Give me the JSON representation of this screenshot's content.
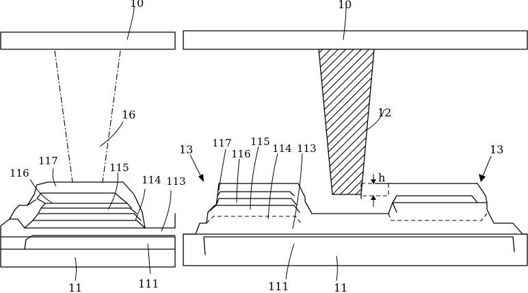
{
  "labels": {
    "left_10": "10",
    "left_16": "16",
    "left_117": "117",
    "left_116": "116",
    "left_115": "115",
    "left_114": "114",
    "left_113": "113",
    "left_11": "11",
    "left_111": "111",
    "right_10": "10",
    "right_12": "12",
    "right_13_left": "13",
    "right_13_right": "13",
    "right_117": "117",
    "right_116": "116",
    "right_115": "115",
    "right_114": "114",
    "right_113": "113",
    "right_h": "h",
    "right_111": "111",
    "right_11": "11"
  },
  "colors": {
    "line": "#000000",
    "background": "#ffffff"
  }
}
